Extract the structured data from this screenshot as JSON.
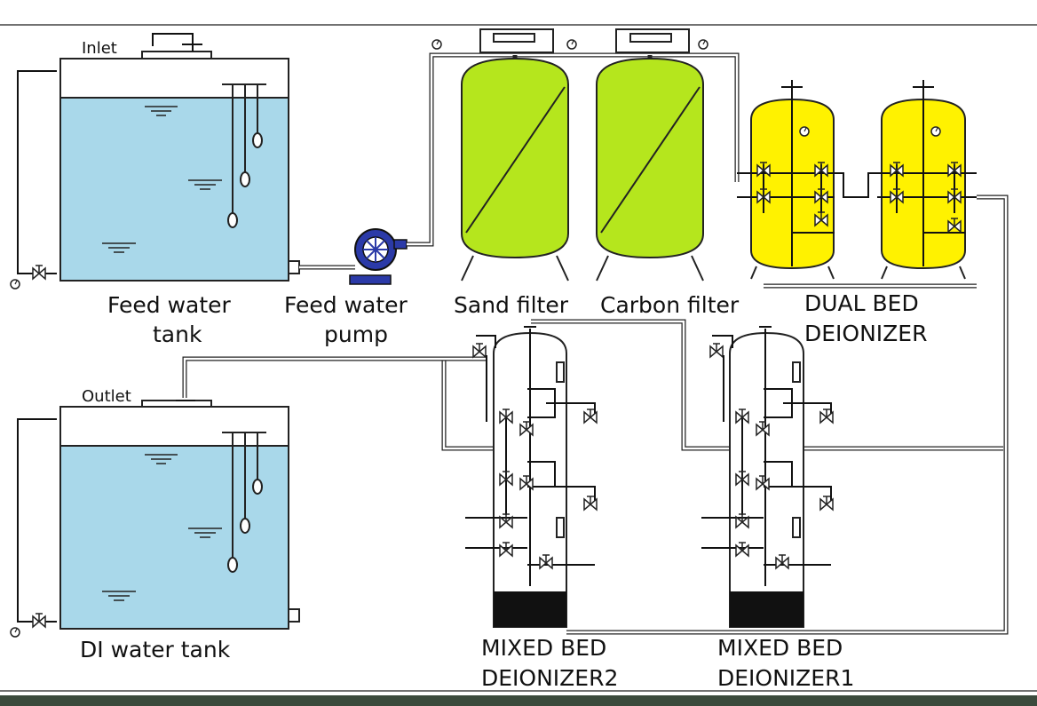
{
  "labels": {
    "inlet": "Inlet",
    "outlet": "Outlet",
    "feed_tank_line1": "Feed water",
    "feed_tank_line2": "tank",
    "pump_line1": "Feed water",
    "pump_line2": "pump",
    "sand_filter": "Sand filter",
    "carbon_filter": "Carbon filter",
    "dual_bed_line1": "DUAL BED",
    "dual_bed_line2": "DEIONIZER",
    "di_tank": "DI water tank",
    "mixed2_line1": "MIXED BED",
    "mixed2_line2": "DEIONIZER2",
    "mixed1_line1": "MIXED BED",
    "mixed1_line2": "DEIONIZER1"
  },
  "colors": {
    "tank_water": "#a9d8ea",
    "filter_green": "#b5e61d",
    "deionizer_yellow": "#fff200",
    "pump_blue": "#2b3aa8",
    "resin_black": "#111111",
    "background": "#ffffff"
  }
}
